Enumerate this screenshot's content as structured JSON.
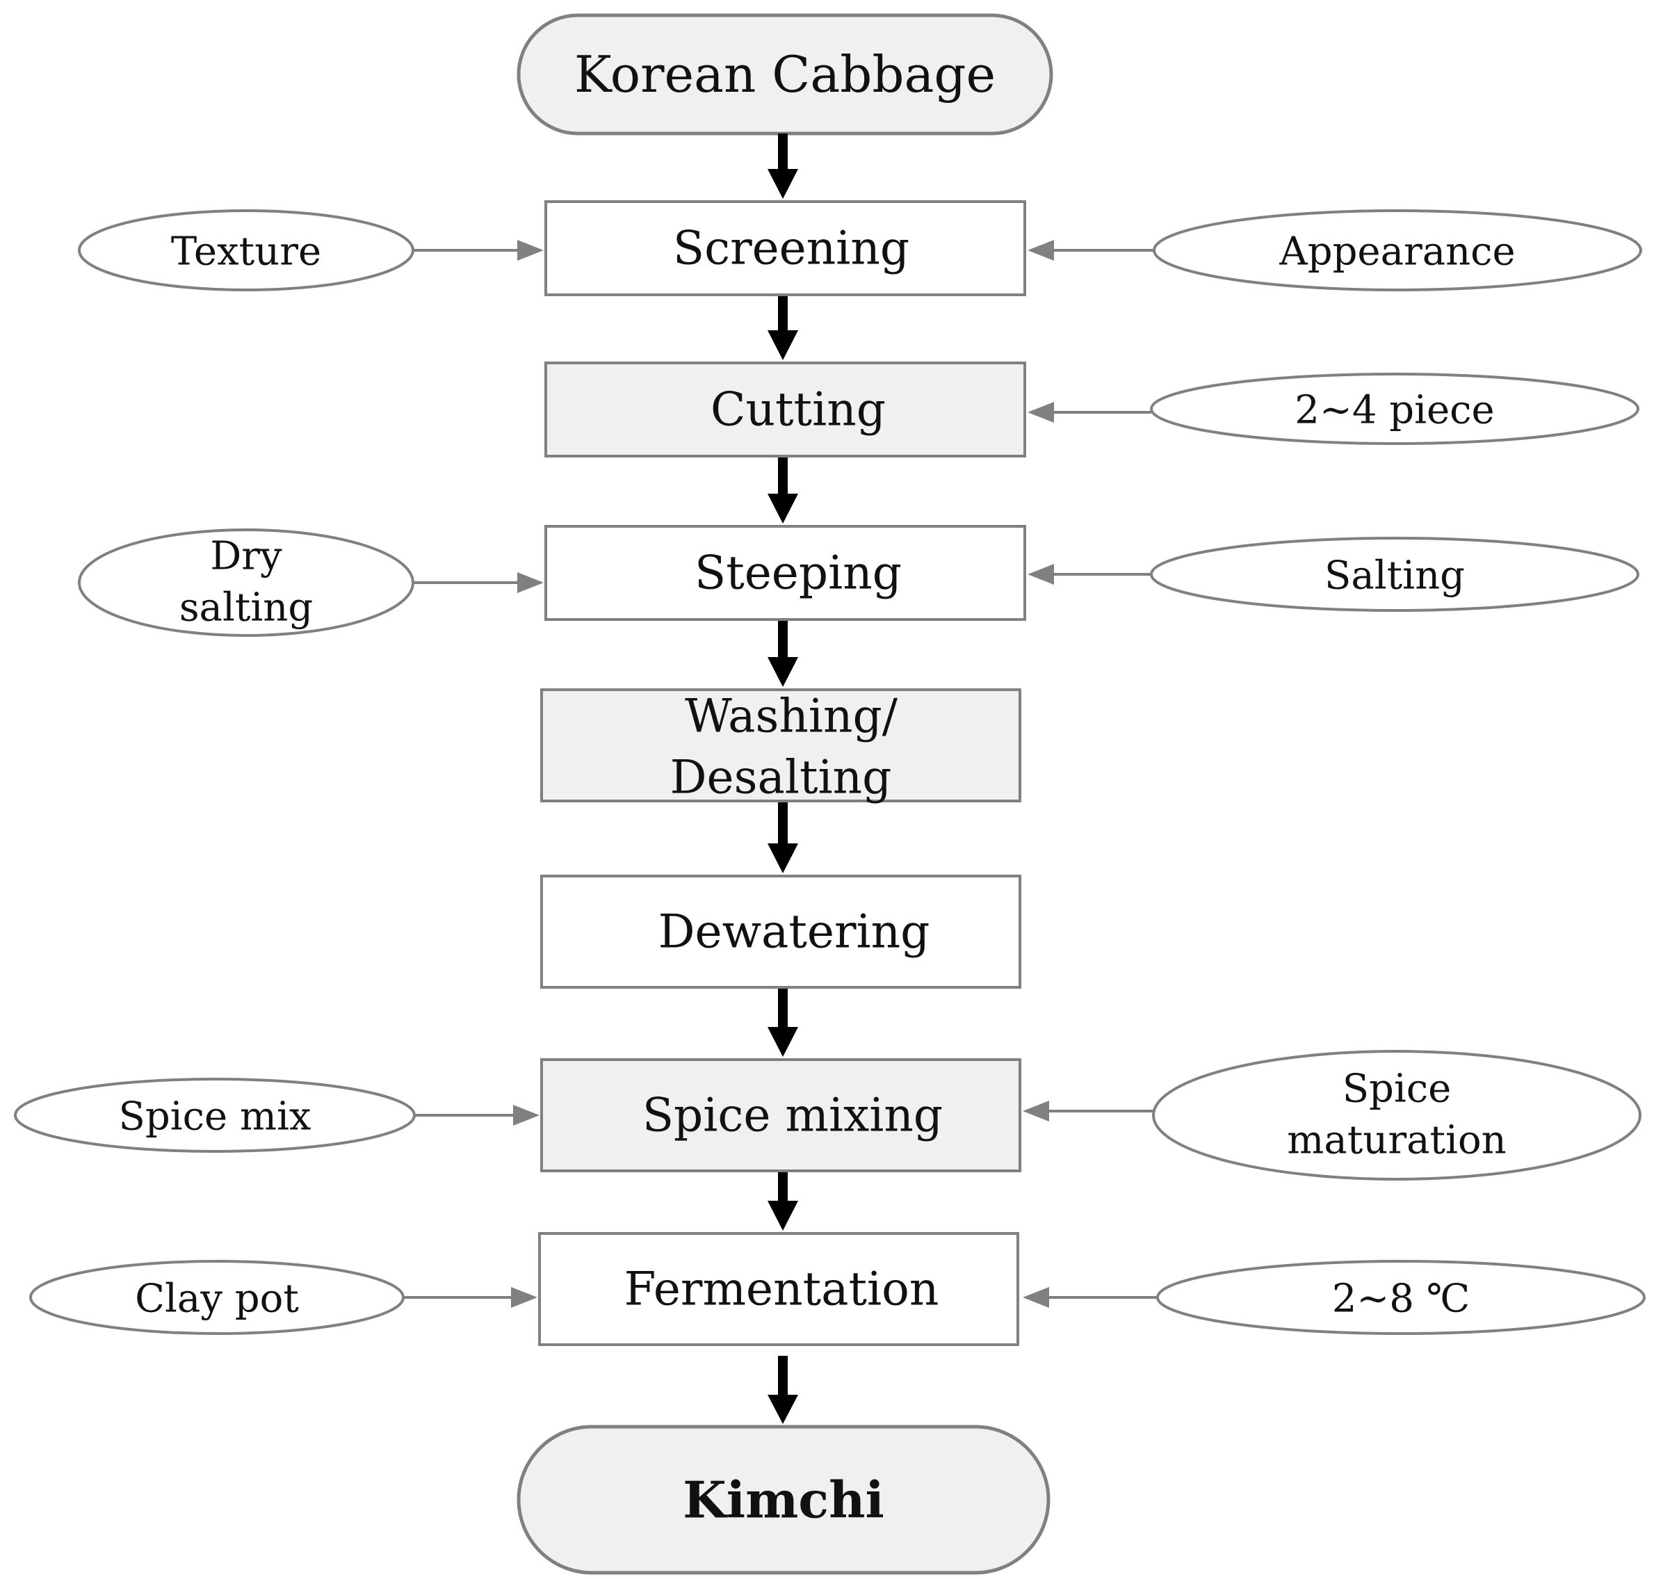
{
  "colors": {
    "outline": "#808080",
    "fill_shaded": "#f0f0f0",
    "fill_white": "#ffffff",
    "main_arrow": "#000000",
    "side_arrow": "#808080",
    "text": "#111111"
  },
  "flow": {
    "start": "Korean Cabbage",
    "steps": [
      {
        "id": "screening",
        "lines": [
          "Screening"
        ],
        "shaded": false
      },
      {
        "id": "cutting",
        "lines": [
          "Cutting"
        ],
        "shaded": true
      },
      {
        "id": "steeping",
        "lines": [
          "Steeping"
        ],
        "shaded": false
      },
      {
        "id": "washing-desalting",
        "lines": [
          "Washing/",
          "Desalting"
        ],
        "shaded": true
      },
      {
        "id": "dewatering",
        "lines": [
          "Dewatering"
        ],
        "shaded": false
      },
      {
        "id": "spice-mixing",
        "lines": [
          "Spice mixing"
        ],
        "shaded": true
      },
      {
        "id": "fermentation",
        "lines": [
          "Fermentation"
        ],
        "shaded": false
      }
    ],
    "end": "Kimchi"
  },
  "inputs": {
    "left": [
      {
        "step": "screening",
        "lines": [
          "Texture"
        ]
      },
      {
        "step": "steeping",
        "lines": [
          "Dry",
          "salting"
        ]
      },
      {
        "step": "spice-mixing",
        "lines": [
          "Spice mix"
        ]
      },
      {
        "step": "fermentation",
        "lines": [
          "Clay pot"
        ]
      }
    ],
    "right": [
      {
        "step": "screening",
        "lines": [
          "Appearance"
        ]
      },
      {
        "step": "cutting",
        "lines": [
          "2∼4 piece"
        ]
      },
      {
        "step": "steeping",
        "lines": [
          "Salting"
        ]
      },
      {
        "step": "spice-mixing",
        "lines": [
          "Spice",
          "maturation"
        ]
      },
      {
        "step": "fermentation",
        "lines": [
          "2∼8 ℃"
        ]
      }
    ]
  }
}
